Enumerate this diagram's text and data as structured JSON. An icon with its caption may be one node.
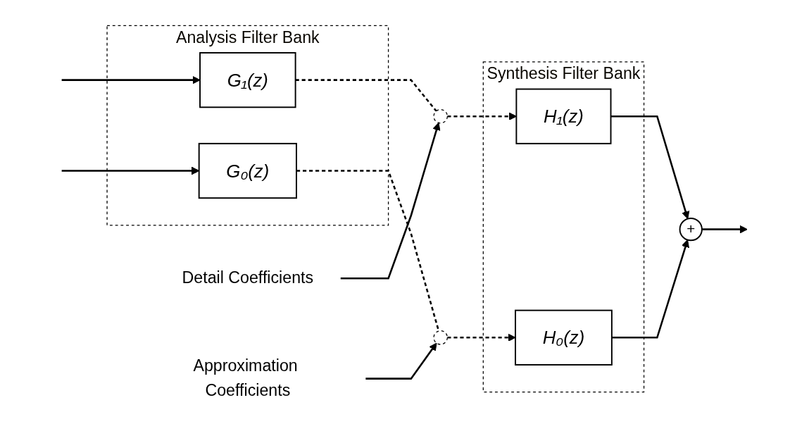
{
  "diagram": {
    "nodes": [
      {
        "text": [
          "Analysis Filter Bank"
        ]
      },
      {
        "text": [
          "G₁(z)"
        ],
        "in": 0
      },
      {
        "text": [
          "G₀(z)"
        ],
        "in": 0
      },
      {
        "text": [
          "Detail Coefficients"
        ]
      },
      {
        "text": [],
        "shape": "circle"
      },
      {
        "text": [],
        "shape": "circle"
      },
      {
        "text": [
          "Approximation Coefficients"
        ]
      },
      {
        "text": [
          "Synthesis Filter Bank"
        ]
      },
      {
        "text": [
          "H₁(z)"
        ],
        "in": 7
      },
      {
        "text": [
          "H₀(z)"
        ],
        "in": 7
      },
      {
        "text": [
          "+"
        ]
      }
    ],
    "edges": [
      {
        "from": null,
        "to": 1,
        "arrow": "to"
      },
      {
        "from": null,
        "to": 2,
        "arrow": "to"
      },
      {
        "from": 1,
        "to": 4,
        "arrow": "none",
        "style": "dashed"
      },
      {
        "from": 4,
        "to": 8,
        "arrow": "to",
        "style": "dashed"
      },
      {
        "from": 2,
        "to": 5,
        "arrow": "none",
        "style": "dashed"
      },
      {
        "from": 5,
        "to": 9,
        "arrow": "to",
        "style": "dashed"
      },
      {
        "from": 3,
        "to": 4,
        "arrow": "to"
      },
      {
        "from": 6,
        "to": 5,
        "arrow": "to"
      },
      {
        "from": 8,
        "to": 10,
        "arrow": "to"
      },
      {
        "from": 9,
        "to": 10,
        "arrow": "to"
      },
      {
        "from": 10,
        "to": null,
        "arrow": "to"
      }
    ]
  }
}
